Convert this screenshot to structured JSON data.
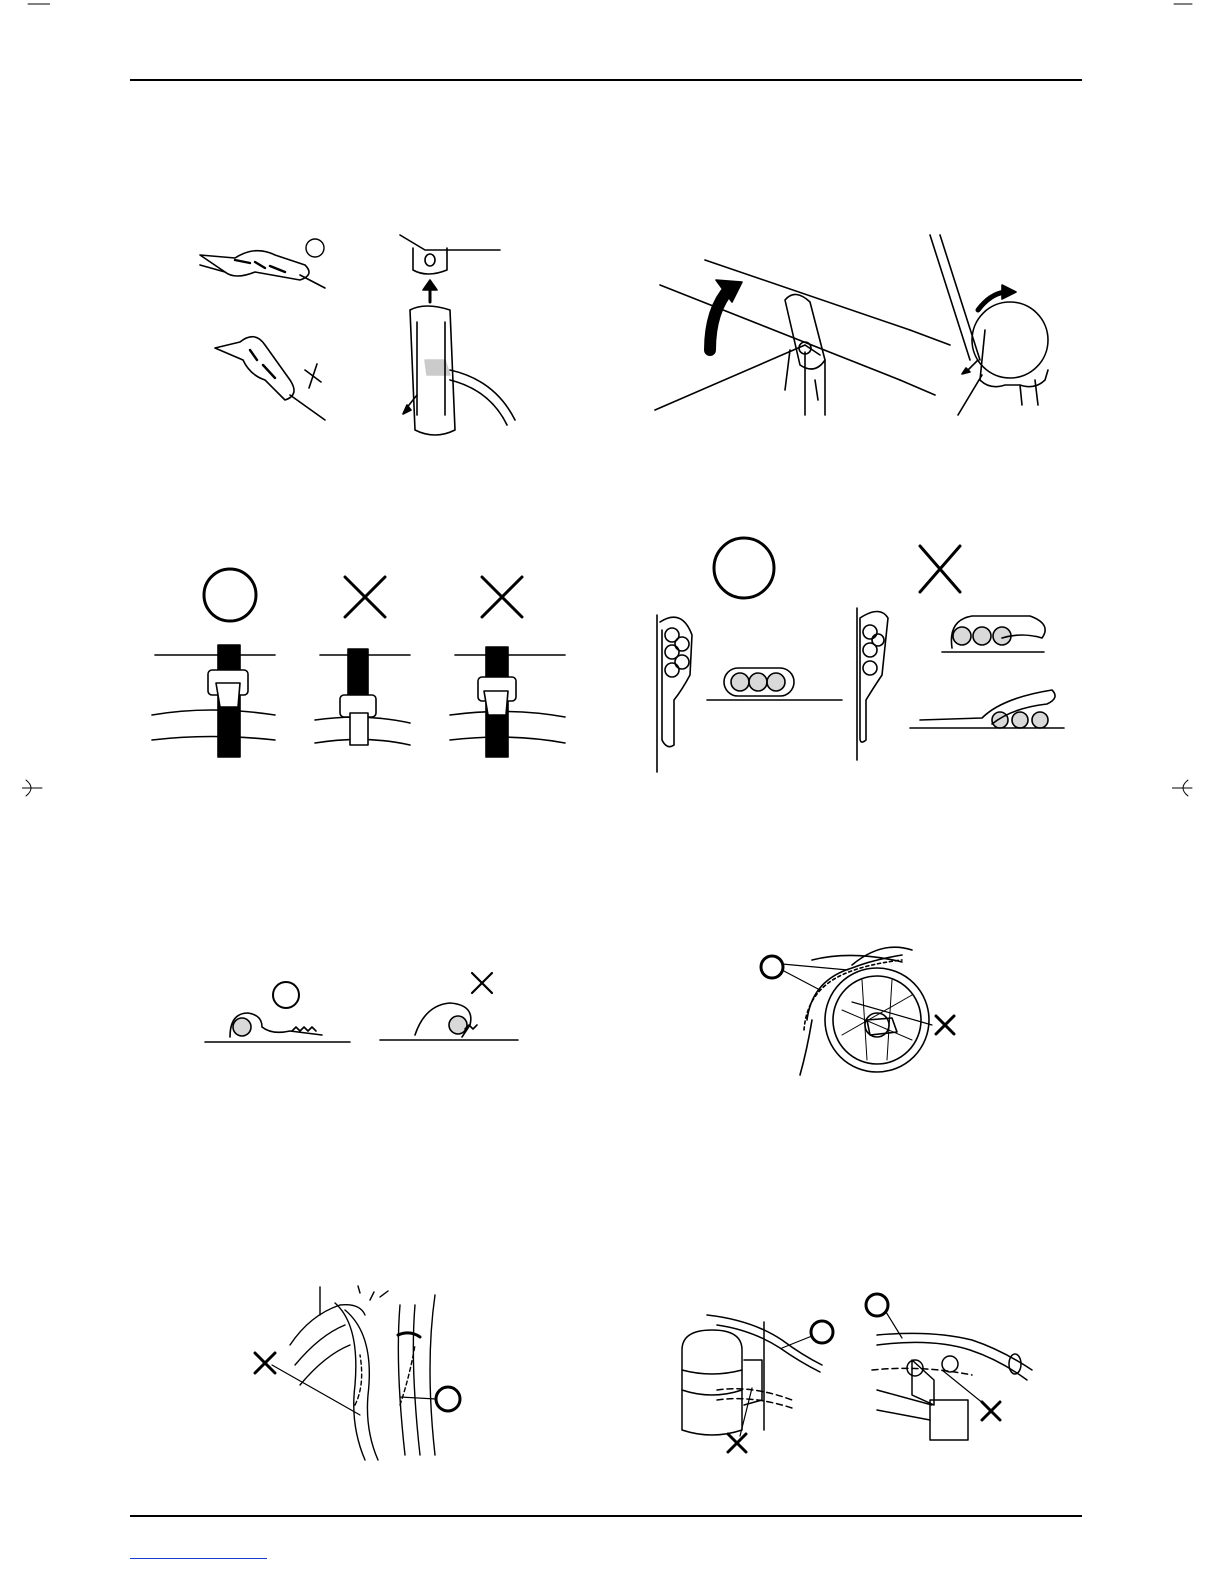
{
  "page": {
    "title": "",
    "footer_text": ""
  },
  "marks": {
    "correct": "O",
    "incorrect": "X"
  },
  "figures": [
    {
      "id": "connector-insertion",
      "marks": [
        "correct",
        "incorrect"
      ]
    },
    {
      "id": "clamp-routing",
      "marks": []
    },
    {
      "id": "band-clip-engagement",
      "marks": [
        "correct",
        "incorrect",
        "incorrect"
      ]
    },
    {
      "id": "clip-wrapping",
      "marks": [
        "correct",
        "incorrect"
      ]
    },
    {
      "id": "clip-pinch",
      "marks": [
        "correct",
        "incorrect"
      ]
    },
    {
      "id": "pulley-clearance",
      "marks": [
        "correct",
        "incorrect"
      ]
    },
    {
      "id": "harness-interference",
      "marks": [
        "incorrect",
        "correct"
      ]
    },
    {
      "id": "harness-bracket-clearance",
      "marks": [
        "correct",
        "incorrect",
        "correct",
        "incorrect"
      ]
    }
  ],
  "colors": {
    "ink": "#000000",
    "paper": "#ffffff",
    "link": "#1a3cc8"
  }
}
